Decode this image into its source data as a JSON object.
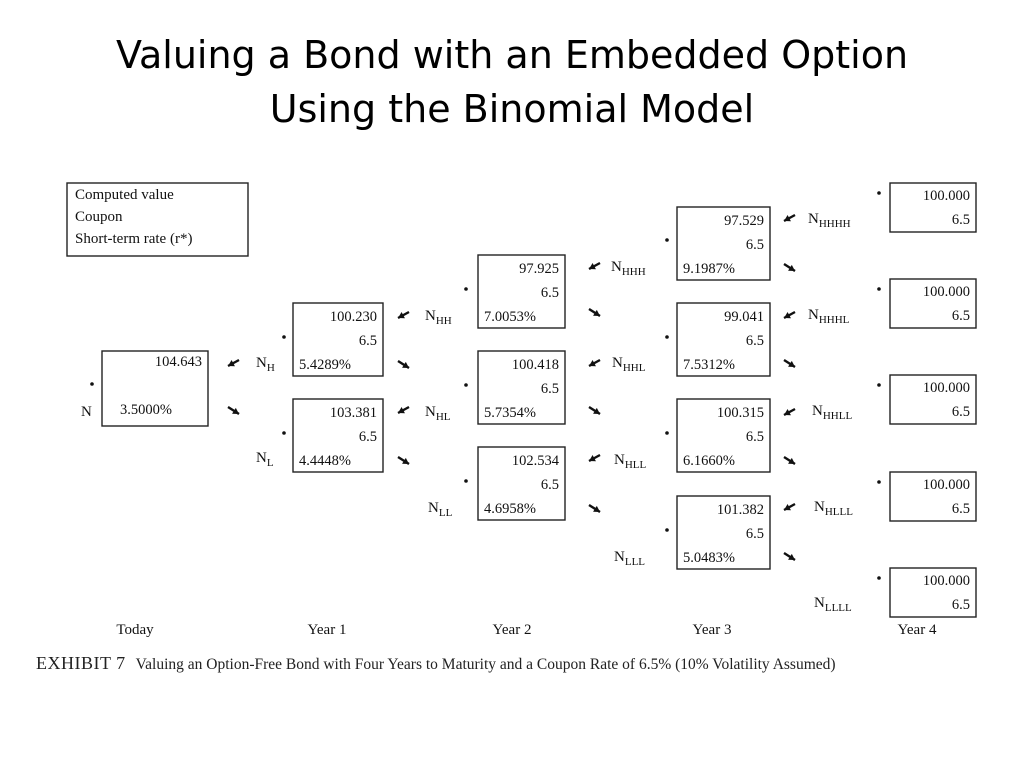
{
  "title": {
    "line1": "Valuing a Bond with an Embedded Option",
    "line2": "Using the Binomial Model"
  },
  "legend": {
    "line1": "Computed value",
    "line2": "Coupon",
    "line3": "Short-term rate (r*)"
  },
  "nodes": [
    {
      "id": "N",
      "label": "N",
      "sub": "",
      "values": [
        "104.643",
        "",
        "3.5000%"
      ]
    },
    {
      "id": "NH",
      "label": "N",
      "sub": "H",
      "values": [
        "100.230",
        "6.5",
        "5.4289%"
      ]
    },
    {
      "id": "NL",
      "label": "N",
      "sub": "L",
      "values": [
        "103.381",
        "6.5",
        "4.4448%"
      ]
    },
    {
      "id": "NHH",
      "label": "N",
      "sub": "HH",
      "values": [
        "97.925",
        "6.5",
        "7.0053%"
      ]
    },
    {
      "id": "NHL",
      "label": "N",
      "sub": "HL",
      "values": [
        "100.418",
        "6.5",
        "5.7354%"
      ]
    },
    {
      "id": "NLL",
      "label": "N",
      "sub": "LL",
      "values": [
        "102.534",
        "6.5",
        "4.6958%"
      ]
    },
    {
      "id": "NHHH",
      "label": "N",
      "sub": "HHH",
      "values": [
        "97.529",
        "6.5",
        "9.1987%"
      ]
    },
    {
      "id": "NHHL",
      "label": "N",
      "sub": "HHL",
      "values": [
        "99.041",
        "6.5",
        "7.5312%"
      ]
    },
    {
      "id": "NHLL",
      "label": "N",
      "sub": "HLL",
      "values": [
        "100.315",
        "6.5",
        "6.1660%"
      ]
    },
    {
      "id": "NLLL",
      "label": "N",
      "sub": "LLL",
      "values": [
        "101.382",
        "6.5",
        "5.0483%"
      ]
    },
    {
      "id": "NHHHH",
      "label": "N",
      "sub": "HHHH",
      "values": [
        "100.000",
        "6.5"
      ]
    },
    {
      "id": "NHHHL",
      "label": "N",
      "sub": "HHHL",
      "values": [
        "100.000",
        "6.5"
      ]
    },
    {
      "id": "NHHLL",
      "label": "N",
      "sub": "HHLL",
      "values": [
        "100.000",
        "6.5"
      ]
    },
    {
      "id": "NHLLL",
      "label": "N",
      "sub": "HLLL",
      "values": [
        "100.000",
        "6.5"
      ]
    },
    {
      "id": "NLLLL",
      "label": "N",
      "sub": "LLLL",
      "values": [
        "100.000",
        "6.5"
      ]
    }
  ],
  "periods": [
    "Today",
    "Year 1",
    "Year 2",
    "Year 3",
    "Year 4"
  ],
  "caption": {
    "exhibit": "EXHIBIT 7",
    "text": "Valuing an Option-Free Bond with Four Years to Maturity and a Coupon Rate of 6.5% (10% Volatility Assumed)"
  }
}
